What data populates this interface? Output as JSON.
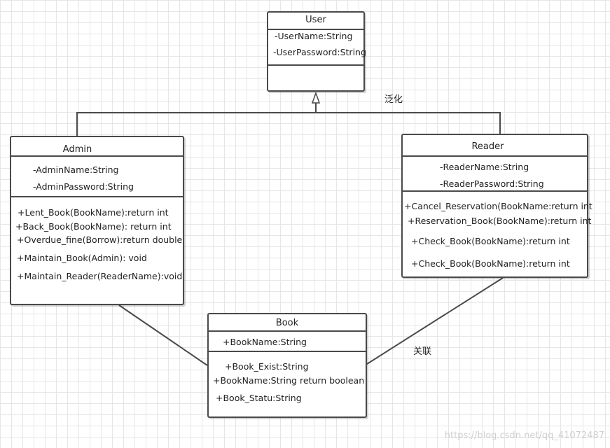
{
  "classes": {
    "user": {
      "name": "User",
      "attributes": [
        "-UserName:String",
        "-UserPassword:String"
      ],
      "operations": []
    },
    "admin": {
      "name": "Admin",
      "attributes": [
        "-AdminName:String",
        "-AdminPassword:String"
      ],
      "operations": [
        "+Lent_Book(BookName):return int",
        "+Back_Book(BookName):  return int",
        "+Overdue_fine(Borrow):return double",
        "+Maintain_Book(Admin): void",
        "+Maintain_Reader(ReaderName):void"
      ]
    },
    "reader": {
      "name": "Reader",
      "attributes": [
        "-ReaderName:String",
        "-ReaderPassword:String"
      ],
      "operations": [
        "+Cancel_Reservation(BookName:return int",
        "+Reservation_Book(BookName):return int",
        "+Check_Book(BookName):return int",
        "+Check_Book(BookName):return int"
      ]
    },
    "book": {
      "name": "Book",
      "attributes": [
        "+BookName:String"
      ],
      "operations": [
        "+Book_Exist:String",
        "+BookName:String return boolean",
        "+Book_Statu:String"
      ]
    }
  },
  "relations": {
    "generalization_label": "泛化",
    "association_label": "关联"
  },
  "watermark": "https://blog.csdn.net/qq_41072487",
  "colors": {
    "line": "#4a4a4a",
    "grid": "#e6e6e6",
    "watermark": "#cfcfcf"
  }
}
